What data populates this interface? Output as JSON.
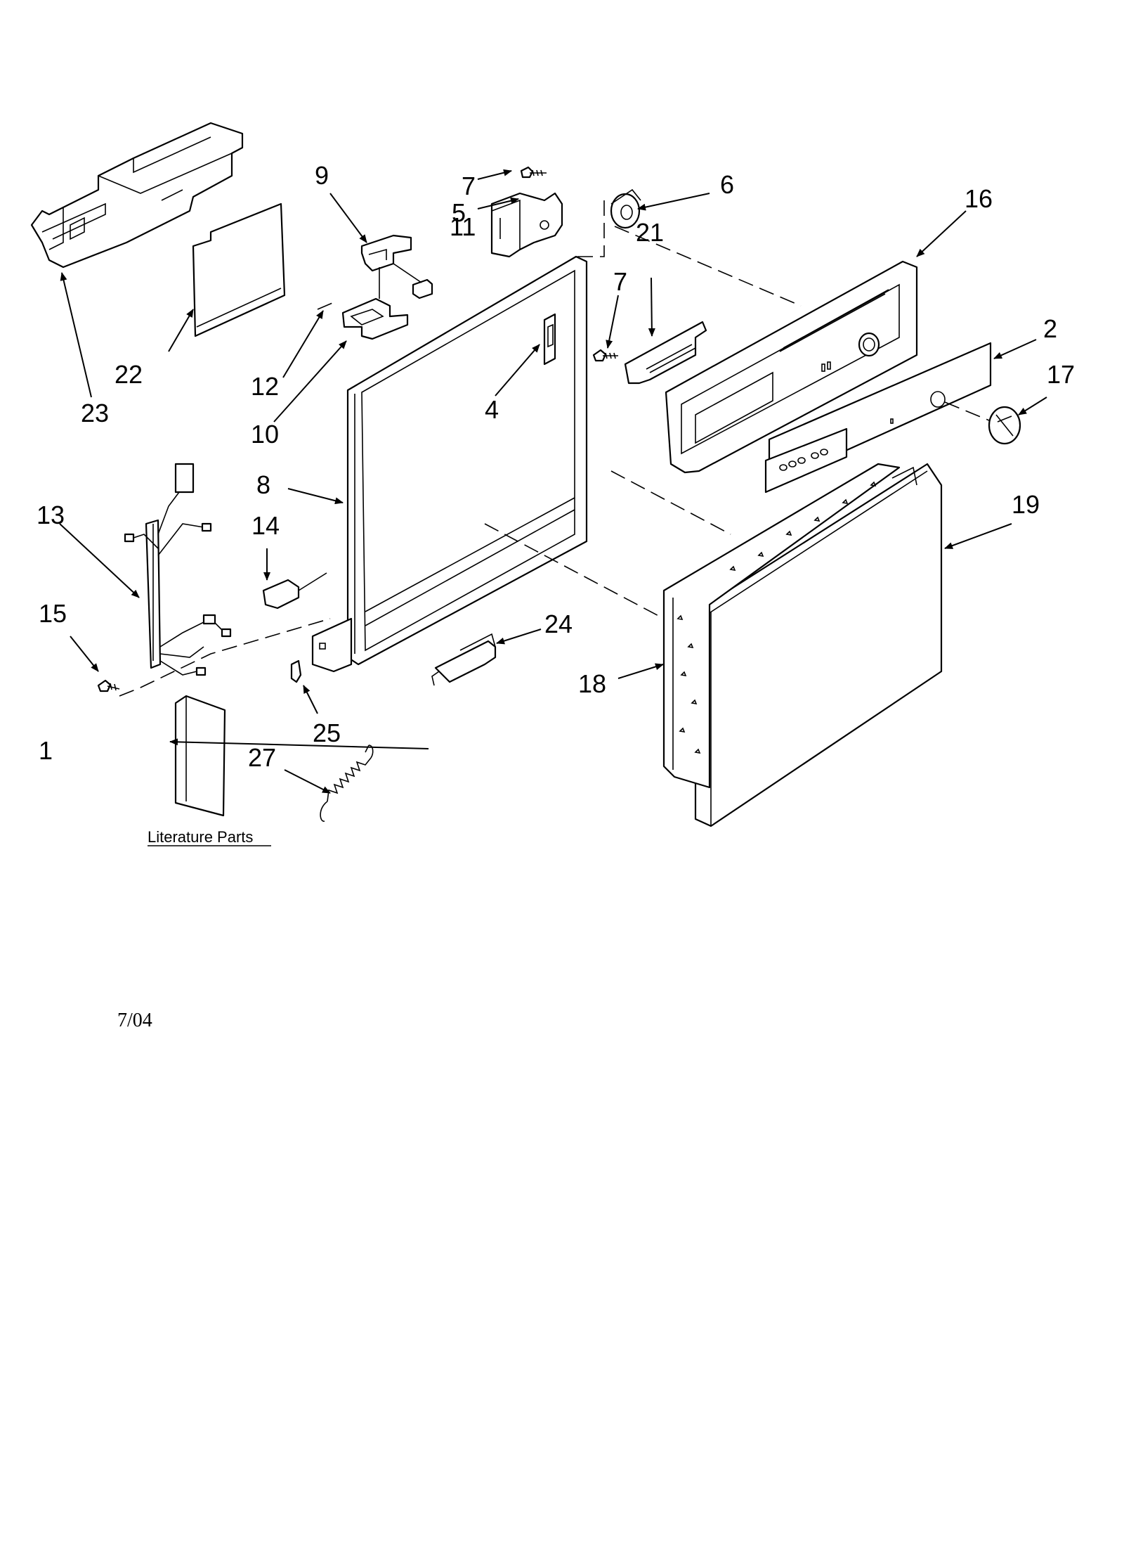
{
  "callouts": {
    "c1": "1",
    "c2": "2",
    "c4": "4",
    "c5": "5",
    "c6": "6",
    "c7a": "7",
    "c7b": "7",
    "c8": "8",
    "c9": "9",
    "c10": "10",
    "c11": "11",
    "c12": "12",
    "c13": "13",
    "c14": "14",
    "c15": "15",
    "c16": "16",
    "c17": "17",
    "c18": "18",
    "c19": "19",
    "c21": "21",
    "c22": "22",
    "c23": "23",
    "c24": "24",
    "c25": "25",
    "c27": "27"
  },
  "literature_label": "Literature Parts",
  "date_code": "7/04"
}
